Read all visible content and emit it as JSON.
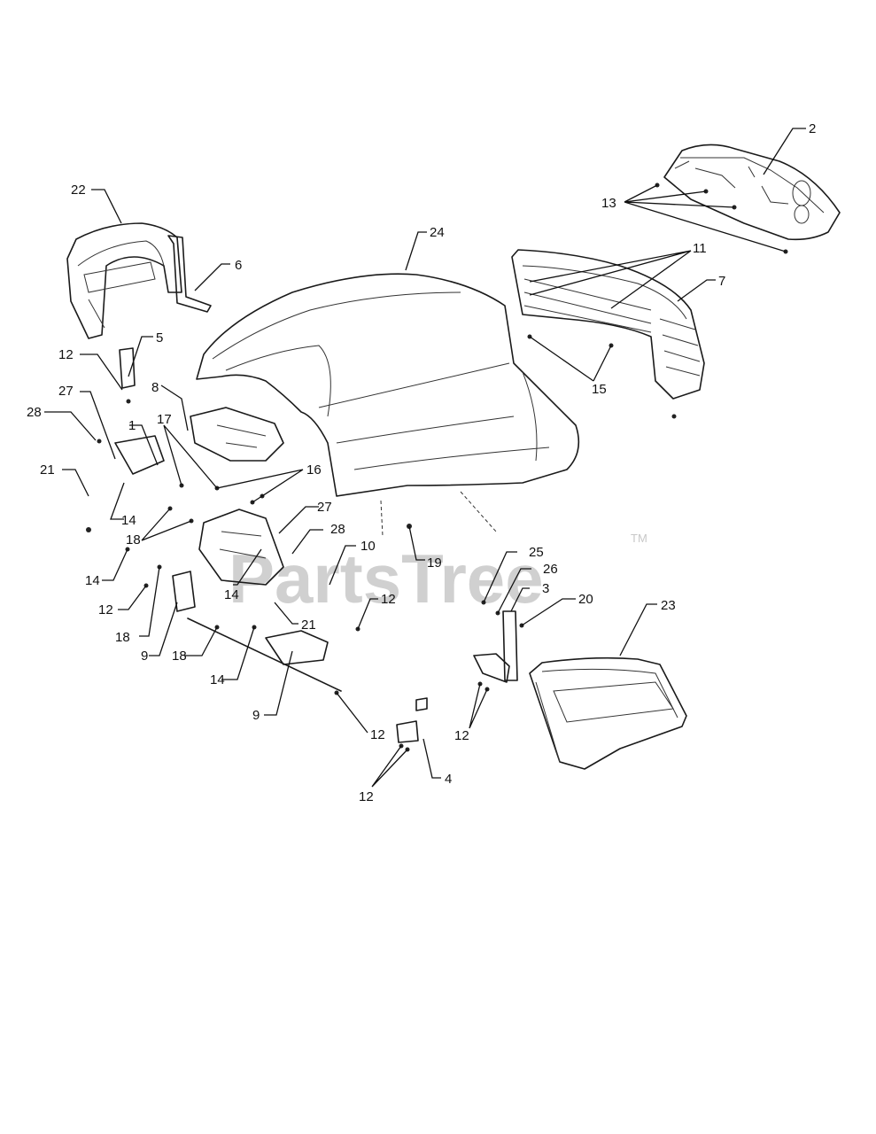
{
  "watermark": {
    "text": "PartsTree",
    "trademark": "TM"
  },
  "callouts": [
    {
      "id": "c-2",
      "label": "2"
    },
    {
      "id": "c-13",
      "label": "13"
    },
    {
      "id": "c-22",
      "label": "22"
    },
    {
      "id": "c-6",
      "label": "6"
    },
    {
      "id": "c-24",
      "label": "24"
    },
    {
      "id": "c-11",
      "label": "11"
    },
    {
      "id": "c-7",
      "label": "7"
    },
    {
      "id": "c-5",
      "label": "5"
    },
    {
      "id": "c-12a",
      "label": "12"
    },
    {
      "id": "c-8",
      "label": "8"
    },
    {
      "id": "c-27a",
      "label": "27"
    },
    {
      "id": "c-15",
      "label": "15"
    },
    {
      "id": "c-28a",
      "label": "28"
    },
    {
      "id": "c-1",
      "label": "1"
    },
    {
      "id": "c-17",
      "label": "17"
    },
    {
      "id": "c-16",
      "label": "16"
    },
    {
      "id": "c-21a",
      "label": "21"
    },
    {
      "id": "c-14a",
      "label": "14"
    },
    {
      "id": "c-18a",
      "label": "18"
    },
    {
      "id": "c-27b",
      "label": "27"
    },
    {
      "id": "c-28b",
      "label": "28"
    },
    {
      "id": "c-10",
      "label": "10"
    },
    {
      "id": "c-19",
      "label": "19"
    },
    {
      "id": "c-14b",
      "label": "14"
    },
    {
      "id": "c-25",
      "label": "25"
    },
    {
      "id": "c-26",
      "label": "26"
    },
    {
      "id": "c-14c",
      "label": "14"
    },
    {
      "id": "c-12b",
      "label": "12"
    },
    {
      "id": "c-3",
      "label": "3"
    },
    {
      "id": "c-18b",
      "label": "18"
    },
    {
      "id": "c-20",
      "label": "20"
    },
    {
      "id": "c-21b",
      "label": "21"
    },
    {
      "id": "c-12c",
      "label": "12"
    },
    {
      "id": "c-23",
      "label": "23"
    },
    {
      "id": "c-9a",
      "label": "9"
    },
    {
      "id": "c-18c",
      "label": "18"
    },
    {
      "id": "c-14d",
      "label": "14"
    },
    {
      "id": "c-9b",
      "label": "9"
    },
    {
      "id": "c-12d",
      "label": "12"
    },
    {
      "id": "c-12e",
      "label": "12"
    },
    {
      "id": "c-4",
      "label": "4"
    },
    {
      "id": "c-12f",
      "label": "12"
    }
  ]
}
